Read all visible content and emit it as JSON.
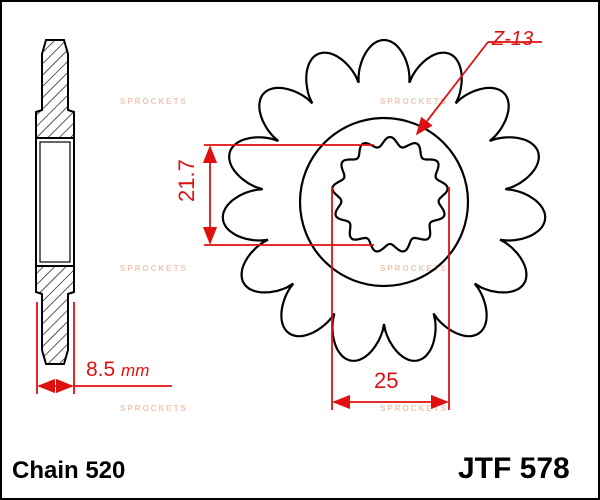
{
  "drawing": {
    "teeth_label": "Z-13",
    "dim_inner": "21.7",
    "dim_outer": "25",
    "dim_width": "8.5",
    "dim_width_unit": "mm",
    "chain": "Chain 520",
    "part_number": "JTF 578",
    "watermark": "SPROCKETS",
    "sprocket_teeth": 15,
    "spline_teeth": 13
  },
  "colors": {
    "outline": "#000000",
    "dimension": "#e01010",
    "watermark": "#f1c4b0"
  }
}
